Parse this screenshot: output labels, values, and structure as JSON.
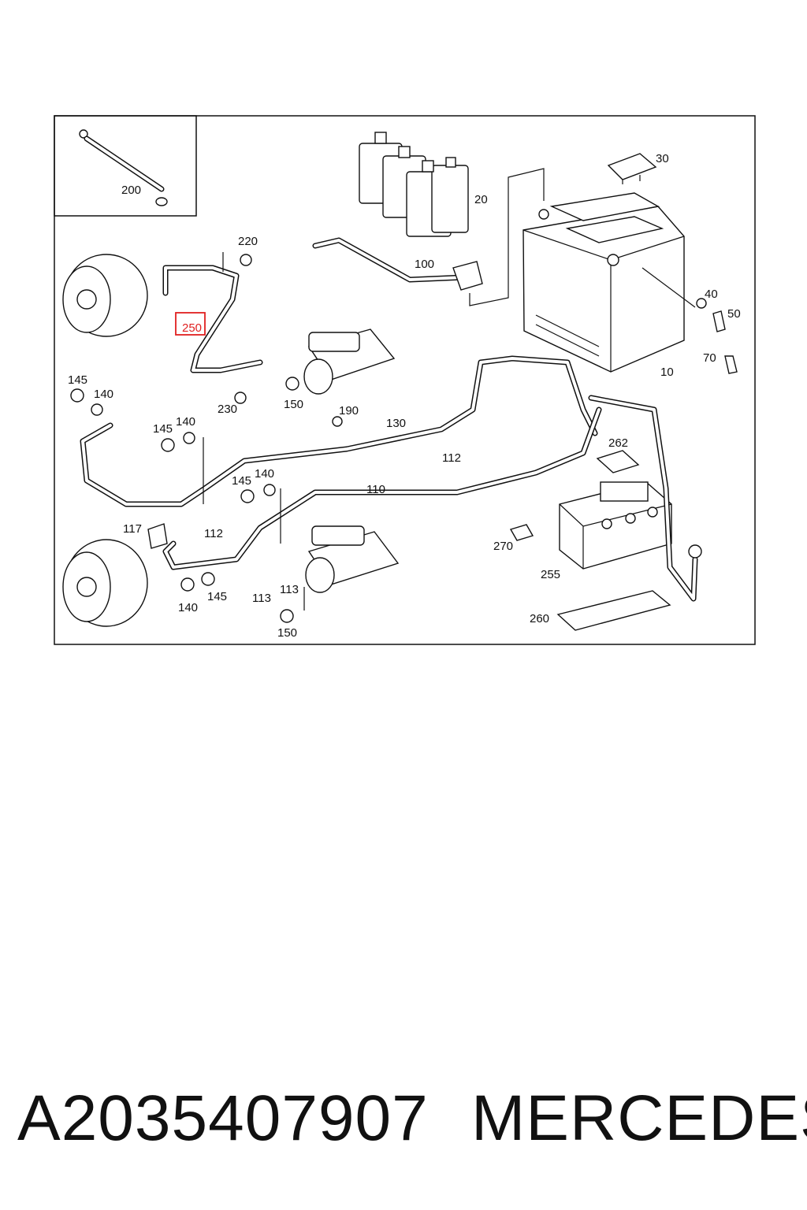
{
  "diagram": {
    "highlight_color": "#e02020",
    "callouts": [
      {
        "id": "c200",
        "text": "200"
      },
      {
        "id": "c20",
        "text": "20"
      },
      {
        "id": "c30",
        "text": "30"
      },
      {
        "id": "c220",
        "text": "220"
      },
      {
        "id": "c100",
        "text": "100"
      },
      {
        "id": "c250",
        "text": "250"
      },
      {
        "id": "c40",
        "text": "40"
      },
      {
        "id": "c50",
        "text": "50"
      },
      {
        "id": "c70",
        "text": "70"
      },
      {
        "id": "c10",
        "text": "10"
      },
      {
        "id": "c145a",
        "text": "145"
      },
      {
        "id": "c140a",
        "text": "140"
      },
      {
        "id": "c230",
        "text": "230"
      },
      {
        "id": "c150a",
        "text": "150"
      },
      {
        "id": "c190",
        "text": "190"
      },
      {
        "id": "c130",
        "text": "130"
      },
      {
        "id": "c145b",
        "text": "145"
      },
      {
        "id": "c140b",
        "text": "140"
      },
      {
        "id": "c262",
        "text": "262"
      },
      {
        "id": "c112a",
        "text": "112"
      },
      {
        "id": "c145c",
        "text": "145"
      },
      {
        "id": "c140c",
        "text": "140"
      },
      {
        "id": "c110",
        "text": "110"
      },
      {
        "id": "c117",
        "text": "117"
      },
      {
        "id": "c112b",
        "text": "112"
      },
      {
        "id": "c270",
        "text": "270"
      },
      {
        "id": "c255",
        "text": "255"
      },
      {
        "id": "c113a",
        "text": "113"
      },
      {
        "id": "c113b",
        "text": "113"
      },
      {
        "id": "c140d",
        "text": "140"
      },
      {
        "id": "c145d",
        "text": "145"
      },
      {
        "id": "c150b",
        "text": "150"
      },
      {
        "id": "c260",
        "text": "260"
      }
    ]
  },
  "footer": {
    "part_number": "A2035407907",
    "brand": "MERCEDES"
  }
}
